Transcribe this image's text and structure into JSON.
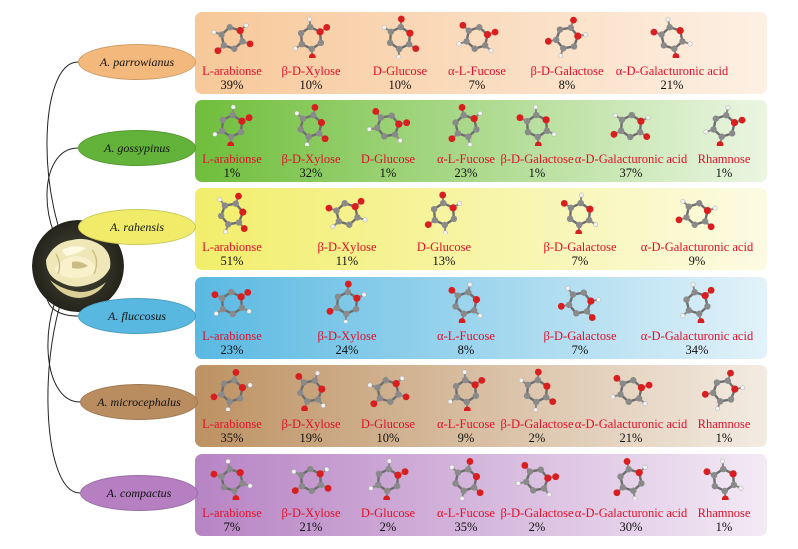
{
  "colors": {
    "name_text": "#e0102a",
    "percent_text": "#111111",
    "atom_carbon": "#8a8a8a",
    "atom_oxygen": "#d81e1e",
    "atom_hydrogen": "#f2f2f2"
  },
  "species": [
    {
      "name": "A. parrowianus",
      "ellipse_color": "#f3b87c",
      "row_gradient": [
        "#f7c899",
        "#fdf0e4"
      ],
      "sugars": [
        {
          "name": "L-arabionse",
          "percent": "39%",
          "icon": "pyranose-ring-molecule"
        },
        {
          "name": "β-D-Xylose",
          "percent": "10%",
          "icon": "pyranose-ring-molecule"
        },
        {
          "name": "D-Glucose",
          "percent": "10%",
          "icon": "pyranose-ring-molecule"
        },
        {
          "name": "α-L-Fucose",
          "percent": "7%",
          "icon": "pyranose-ring-molecule"
        },
        {
          "name": "β-D-Galactose",
          "percent": "8%",
          "icon": "pyranose-ring-molecule"
        },
        {
          "name": "α-D-Galacturonic acid",
          "percent": "21%",
          "icon": "pyranose-ring-molecule"
        }
      ]
    },
    {
      "name": "A. gossypinus",
      "ellipse_color": "#63b33a",
      "row_gradient": [
        "#6fbe3b",
        "#ebf6e2"
      ],
      "sugars": [
        {
          "name": "L-arabionse",
          "percent": "1%",
          "icon": "pyranose-ring-molecule"
        },
        {
          "name": "β-D-Xylose",
          "percent": "32%",
          "icon": "pyranose-ring-molecule"
        },
        {
          "name": "D-Glucose",
          "percent": "1%",
          "icon": "pyranose-ring-molecule"
        },
        {
          "name": "α-L-Fucose",
          "percent": "23%",
          "icon": "pyranose-ring-molecule"
        },
        {
          "name": "β-D-Galactose",
          "percent": "1%",
          "icon": "pyranose-ring-molecule"
        },
        {
          "name": "α-D-Galacturonic acid",
          "percent": "37%",
          "icon": "pyranose-ring-molecule"
        },
        {
          "name": "Rhamnose",
          "percent": "1%",
          "icon": "pyranose-ring-molecule"
        }
      ]
    },
    {
      "name": "A. rahensis",
      "ellipse_color": "#f0ec6a",
      "row_gradient": [
        "#f2ee6b",
        "#fcfbe3"
      ],
      "sugars": [
        {
          "name": "L-arabionse",
          "percent": "51%",
          "icon": "pyranose-ring-molecule"
        },
        {
          "name": "β-D-Xylose",
          "percent": "11%",
          "icon": "pyranose-ring-molecule"
        },
        {
          "name": "D-Glucose",
          "percent": "13%",
          "icon": "pyranose-ring-molecule"
        },
        {
          "name": "β-D-Galactose",
          "percent": "7%",
          "icon": "pyranose-ring-molecule"
        },
        {
          "name": "α-D-Galacturonic acid",
          "percent": "9%",
          "icon": "pyranose-ring-molecule"
        }
      ]
    },
    {
      "name": "A. fluccosus",
      "ellipse_color": "#58b8e0",
      "row_gradient": [
        "#5ab9e2",
        "#e2f2f9"
      ],
      "sugars": [
        {
          "name": "L-arabionse",
          "percent": "23%",
          "icon": "pyranose-ring-molecule"
        },
        {
          "name": "β-D-Xylose",
          "percent": "24%",
          "icon": "pyranose-ring-molecule"
        },
        {
          "name": "α-L-Fucose",
          "percent": "8%",
          "icon": "pyranose-ring-molecule"
        },
        {
          "name": "β-D-Galactose",
          "percent": "7%",
          "icon": "pyranose-ring-molecule"
        },
        {
          "name": "α-D-Galacturonic acid",
          "percent": "34%",
          "icon": "pyranose-ring-molecule"
        }
      ]
    },
    {
      "name": "A. microcephalus",
      "ellipse_color": "#b98d60",
      "row_gradient": [
        "#bd9263",
        "#f3ebe2"
      ],
      "sugars": [
        {
          "name": "L-arabionse",
          "percent": "35%",
          "icon": "pyranose-ring-molecule"
        },
        {
          "name": "β-D-Xylose",
          "percent": "19%",
          "icon": "pyranose-ring-molecule"
        },
        {
          "name": "D-Glucose",
          "percent": "10%",
          "icon": "pyranose-ring-molecule"
        },
        {
          "name": "α-L-Fucose",
          "percent": "9%",
          "icon": "pyranose-ring-molecule"
        },
        {
          "name": "β-D-Galactose",
          "percent": "2%",
          "icon": "pyranose-ring-molecule"
        },
        {
          "name": "α-D-Galacturonic acid",
          "percent": "21%",
          "icon": "pyranose-ring-molecule"
        },
        {
          "name": "Rhamnose",
          "percent": "1%",
          "icon": "pyranose-ring-molecule"
        }
      ]
    },
    {
      "name": "A. compactus",
      "ellipse_color": "#b57fc1",
      "row_gradient": [
        "#b784c4",
        "#f3eaf5"
      ],
      "sugars": [
        {
          "name": "L-arabionse",
          "percent": "7%",
          "icon": "pyranose-ring-molecule"
        },
        {
          "name": "β-D-Xylose",
          "percent": "21%",
          "icon": "pyranose-ring-molecule"
        },
        {
          "name": "D-Glucose",
          "percent": "2%",
          "icon": "pyranose-ring-molecule"
        },
        {
          "name": "α-L-Fucose",
          "percent": "35%",
          "icon": "pyranose-ring-molecule"
        },
        {
          "name": "β-D-Galactose",
          "percent": "2%",
          "icon": "pyranose-ring-molecule"
        },
        {
          "name": "α-D-Galacturonic acid",
          "percent": "30%",
          "icon": "pyranose-ring-molecule"
        },
        {
          "name": "Rhamnose",
          "percent": "1%",
          "icon": "pyranose-ring-molecule"
        }
      ]
    }
  ]
}
